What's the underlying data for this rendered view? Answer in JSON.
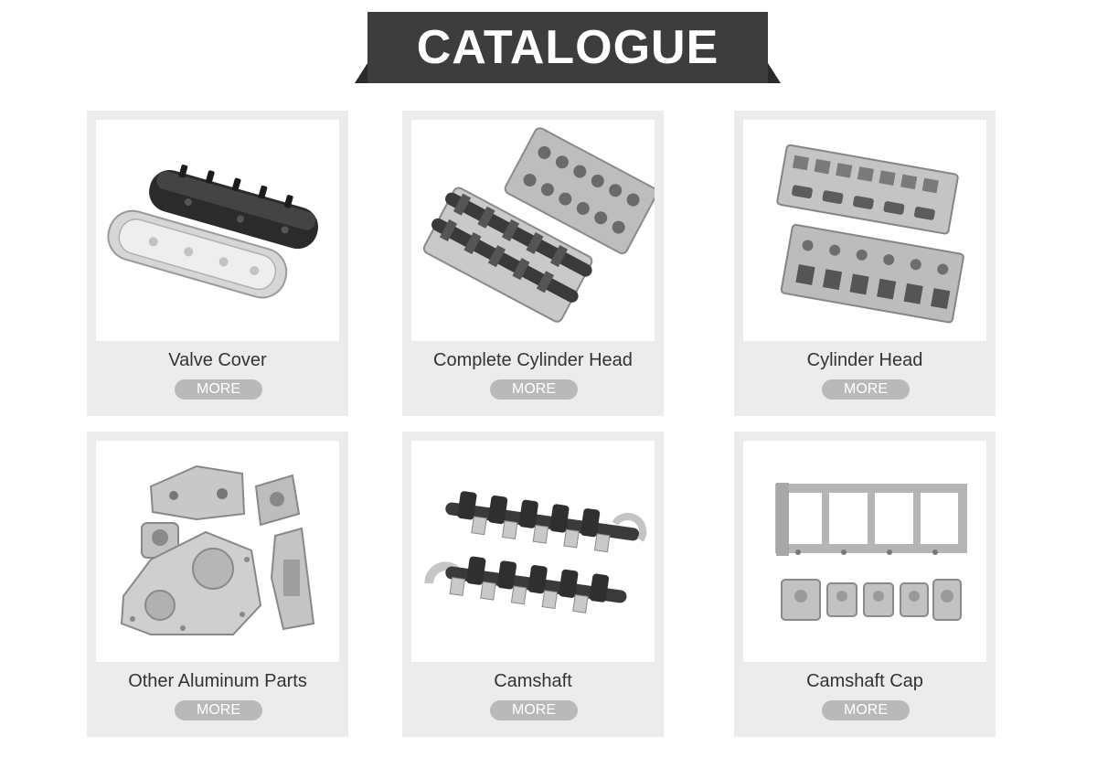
{
  "header": {
    "title": "CATALOGUE"
  },
  "products": [
    {
      "name": "Valve Cover",
      "button": "MORE",
      "image_icon": "valve-cover-icon"
    },
    {
      "name": "Complete Cylinder Head",
      "button": "MORE",
      "image_icon": "complete-cylinder-head-icon"
    },
    {
      "name": "Cylinder Head",
      "button": "MORE",
      "image_icon": "cylinder-head-icon"
    },
    {
      "name": "Other Aluminum Parts",
      "button": "MORE",
      "image_icon": "aluminum-parts-icon"
    },
    {
      "name": "Camshaft",
      "button": "MORE",
      "image_icon": "camshaft-icon"
    },
    {
      "name": "Camshaft Cap",
      "button": "MORE",
      "image_icon": "camshaft-cap-icon"
    }
  ],
  "colors": {
    "banner": "#3d3d3d",
    "card_background": "#ececec",
    "button": "#b9b9b9",
    "text": "#333333"
  }
}
